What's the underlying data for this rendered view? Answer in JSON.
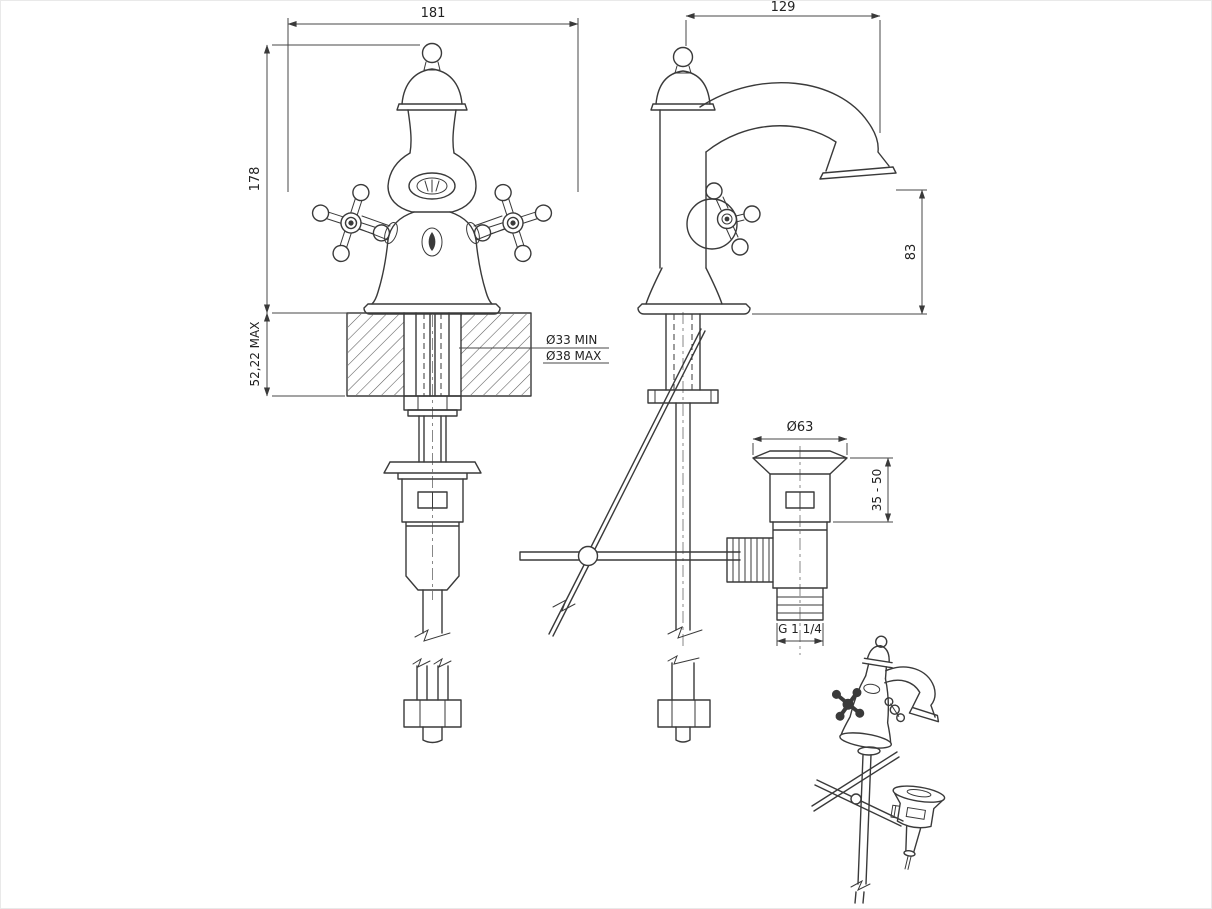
{
  "drawing": {
    "background": "#ffffff",
    "line_color": "#3a3a3a",
    "views": {
      "front": {
        "dims": {
          "overall_width": "181",
          "height_above_deck": "178",
          "deck_thickness": "52,22 MAX",
          "hole_min": "Ø33 MIN",
          "hole_max": "Ø38 MAX"
        }
      },
      "side": {
        "dims": {
          "spout_reach": "129",
          "spout_height": "83"
        }
      },
      "drain": {
        "dims": {
          "flange_diameter": "Ø63",
          "deck_range": "35 - 50",
          "thread": "G 1 1/4"
        }
      }
    }
  }
}
